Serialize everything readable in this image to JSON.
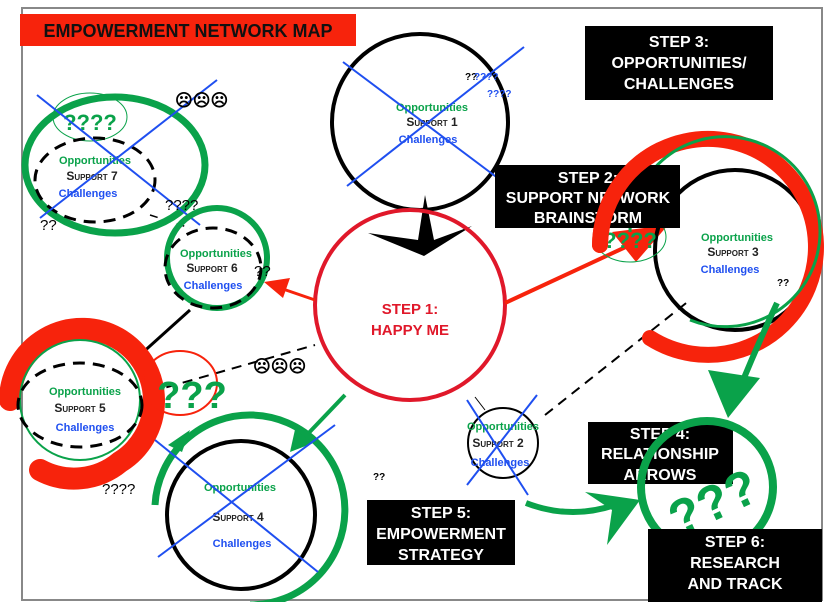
{
  "title": "EMPOWERMENT NETWORK MAP",
  "colors": {
    "title_bg": "#f7230c",
    "opportunities": "#0aa24a",
    "challenges": "#1f4ff0",
    "happy_me": "#e0182a",
    "step_box": "#000000"
  },
  "steps": [
    {
      "lines": [
        "STEP 1:",
        "HAPPY ME"
      ]
    },
    {
      "lines": [
        "STEP 2:",
        "SUPPORT NETWORK",
        "BRAINSTORM"
      ]
    },
    {
      "lines": [
        "STEP 3:",
        "OPPORTUNITIES/",
        "CHALLENGES"
      ]
    },
    {
      "lines": [
        "STEP 4:",
        "RELATIONSHIP",
        "ARROWS"
      ]
    },
    {
      "lines": [
        "STEP 5:",
        "EMPOWERMENT",
        "STRATEGY"
      ]
    },
    {
      "lines": [
        "STEP 6:",
        "RESEARCH",
        "AND TRACK"
      ]
    }
  ],
  "supports": [
    {
      "opportunities": "Opportunities",
      "name": "Support 1",
      "challenges": "Challenges"
    },
    {
      "opportunities": "Opportunities",
      "name": "Support 2",
      "challenges": "Challenges"
    },
    {
      "opportunities": "Opportunities",
      "name": "Support 3",
      "challenges": "Challenges"
    },
    {
      "opportunities": "Opportunities",
      "name": "Support 4",
      "challenges": "Challenges"
    },
    {
      "opportunities": "Opportunities",
      "name": "Support 5",
      "challenges": "Challenges"
    },
    {
      "opportunities": "Opportunities",
      "name": "Support 6",
      "challenges": "Challenges"
    },
    {
      "opportunities": "Opportunities",
      "name": "Support 7",
      "challenges": "Challenges"
    }
  ],
  "annotations": {
    "q2": "??",
    "q3": "???",
    "q4": "????",
    "sad_faces": "☹☹☹"
  }
}
